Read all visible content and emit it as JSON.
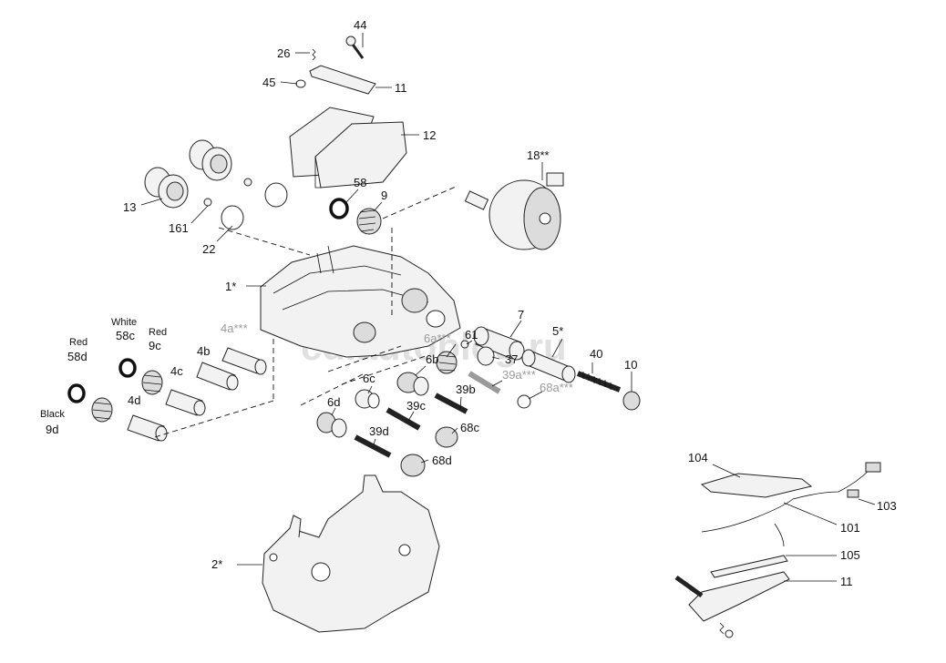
{
  "watermark": "cd.autoblog.ru",
  "labels": {
    "l44": "44",
    "l26": "26",
    "l45": "45",
    "l11a": "11",
    "l12": "12",
    "l18": "18**",
    "l13": "13",
    "l161": "161",
    "l22": "22",
    "l58": "58",
    "l9": "9",
    "l1": "1*",
    "l4a": "4a***",
    "l7": "7",
    "l5": "5*",
    "l61": "61",
    "l6a": "6a***",
    "l37": "37",
    "l40": "40",
    "l10": "10",
    "lWhite": "White",
    "l58c": "58c",
    "lRed9c": "Red",
    "l9c": "9c",
    "lRed58d": "Red",
    "l58d": "58d",
    "l4b": "4b",
    "l4c": "4c",
    "l4d": "4d",
    "lBlack": "Black",
    "l9d": "9d",
    "l6b": "6b",
    "l39a": "39a***",
    "l68a": "68a***",
    "l39b": "39b",
    "l6c": "6c",
    "l39c": "39c",
    "l68c": "68c",
    "l6d": "6d",
    "l39d": "39d",
    "l68d": "68d",
    "l2": "2*",
    "l104": "104",
    "l103": "103",
    "l101": "101",
    "l105": "105",
    "l11b": "11"
  }
}
